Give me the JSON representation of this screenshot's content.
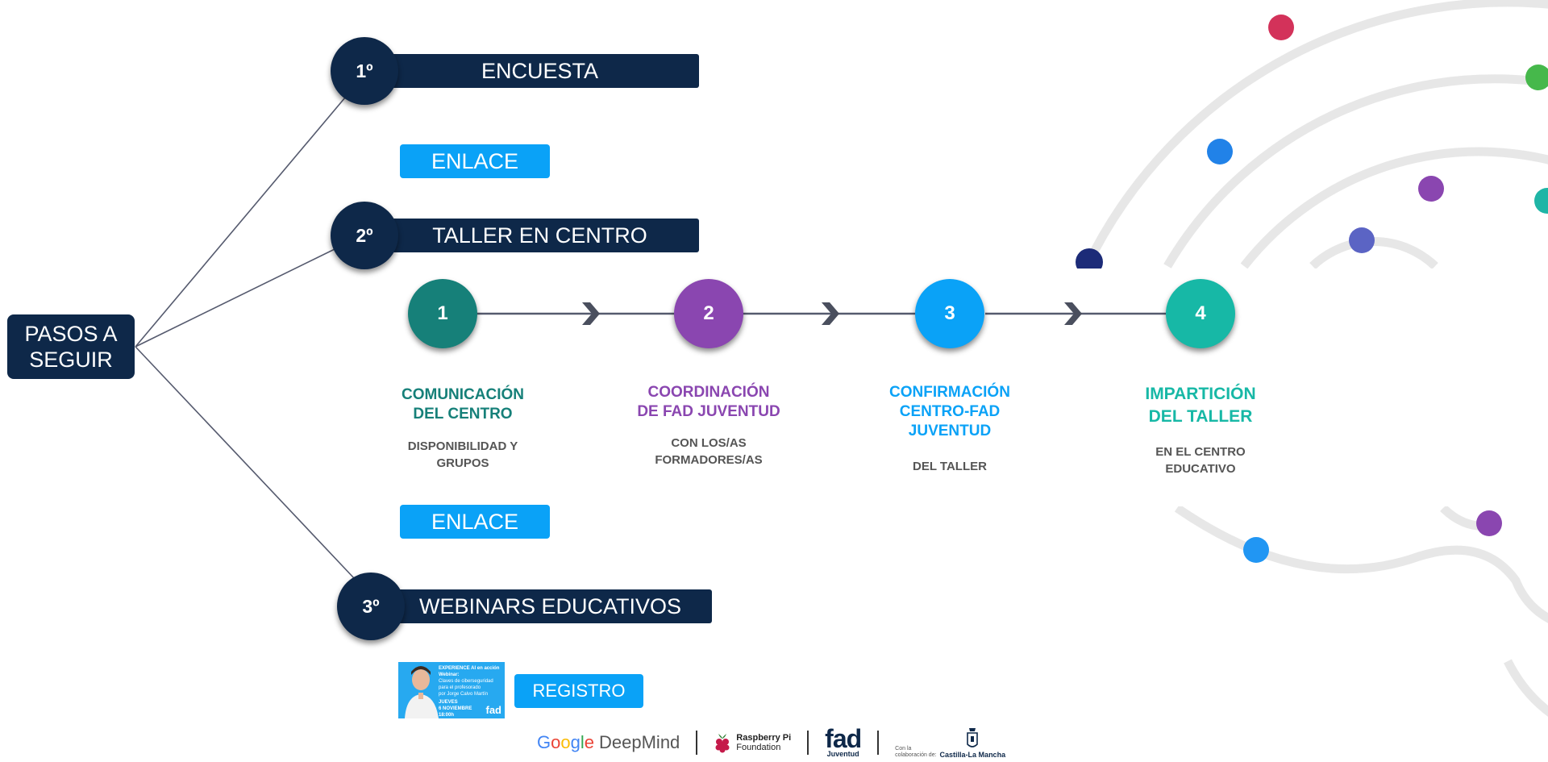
{
  "root": {
    "label_line1": "PASOS A",
    "label_line2": "SEGUIR"
  },
  "steps": [
    {
      "number": "1º",
      "title": "ENCUESTA"
    },
    {
      "number": "2º",
      "title": "TALLER EN CENTRO"
    },
    {
      "number": "3º",
      "title": "WEBINARS EDUCATIVOS"
    }
  ],
  "links": {
    "encuesta": "ENLACE",
    "taller": "ENLACE",
    "registro": "REGISTRO"
  },
  "process": [
    {
      "number": "1",
      "title_line1": "COMUNICACIÓN",
      "title_line2": "DEL CENTRO",
      "title_line3": "",
      "sub_line1": "DISPONIBILIDAD Y",
      "sub_line2": "GRUPOS",
      "color": "#168079"
    },
    {
      "number": "2",
      "title_line1": "COORDINACIÓN",
      "title_line2": "DE FAD JUVENTUD",
      "title_line3": "",
      "sub_line1": "CON LOS/AS",
      "sub_line2": "FORMADORES/AS",
      "color": "#8a46b0"
    },
    {
      "number": "3",
      "title_line1": "CONFIRMACIÓN",
      "title_line2": "CENTRO-FAD",
      "title_line3": "JUVENTUD",
      "sub_line1": "DEL TALLER",
      "sub_line2": "",
      "color": "#0aa2f7"
    },
    {
      "number": "4",
      "title_line1": "IMPARTICIÓN",
      "title_line2": "DEL TALLER",
      "title_line3": "",
      "sub_line1": "EN EL CENTRO",
      "sub_line2": "EDUCATIVO",
      "color": "#17b8a6"
    }
  ],
  "webinar_thumb": {
    "line1": "EXPERIENCE AI en acción",
    "line2": "Webinar:",
    "line3": "Claves de ciberseguridad",
    "line4": "para el profesorado",
    "line5": "por Jorge Calvo Martín",
    "line6": "JUEVES",
    "line7": "6 NOVIEMBRE",
    "line8": "18:00h",
    "logo": "fad"
  },
  "footer": {
    "google": "Google",
    "deepmind": "DeepMind",
    "rpi_line1": "Raspberry Pi",
    "rpi_line2": "Foundation",
    "fad": "fad",
    "fad_sub": "Juventud",
    "collab_line1": "Con la",
    "collab_line2": "colaboración de:",
    "collab_name": "Castilla-La Mancha"
  },
  "colors": {
    "navy": "#0e2849",
    "link_blue": "#0aa2f7",
    "connector": "#555a6e",
    "deco_arcs": "#e7e7e7"
  },
  "decoration_dots": [
    "#d3325a",
    "#46b84b",
    "#2182e8",
    "#8a46b0",
    "#1fb5a6",
    "#5b64c4",
    "#1c2b78",
    "#2196f3",
    "#8a46b0"
  ]
}
